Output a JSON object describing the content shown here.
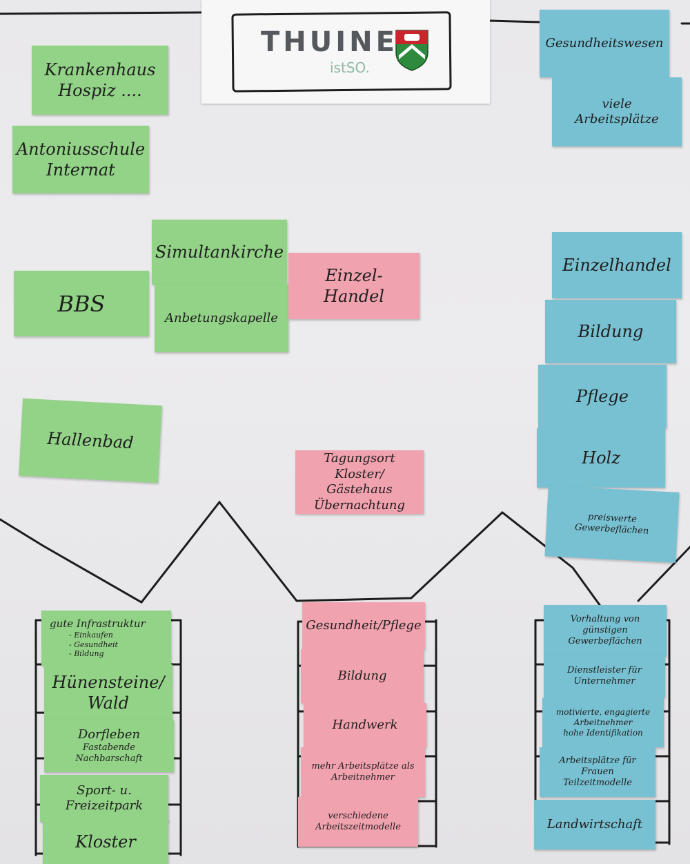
{
  "logo": {
    "name": "THUINE",
    "slogan": "istSO.",
    "colors": {
      "text": "#55585c",
      "slogan": "#8fb9a4",
      "crest_red": "#c8262c",
      "crest_green": "#2e8b3d"
    }
  },
  "colors": {
    "green_card": "#93d387",
    "pink_card": "#f0a2ae",
    "blue_card": "#78c1d2"
  },
  "left_column": [
    "Krankenhaus Hospiz ....",
    "Antoniusschule Internat",
    "BBS",
    "Simultankirche",
    "Anbetungskapelle",
    "Hallenbad"
  ],
  "middle_column": [
    "Einzel-Handel",
    "Tagungsort Kloster/ Gästehaus Übernachtung"
  ],
  "right_column": [
    "Gesundheitswesen",
    "viele Arbeitsplätze",
    "Einzelhandel",
    "Bildung",
    "Pflege",
    "Holz",
    "preiswerte Gewerbeflächen"
  ],
  "bottom_left": [
    "gute Infrastruktur",
    "- Einkaufen",
    "- Gesundheit",
    "- Bildung",
    "Hünensteine/ Wald",
    "Dorfleben",
    "Fastabende",
    "Nachbarschaft",
    "Sport- u. Freizeitpark",
    "Kloster"
  ],
  "bottom_middle": [
    "Gesundheit/Pflege",
    "Bildung",
    "Handwerk",
    "mehr Arbeitsplätze als Arbeitnehmer",
    "verschiedene Arbeitszeitmodelle"
  ],
  "bottom_right": [
    "Vorhaltung von günstigen Gewerbeflächen",
    "Dienstleister für Unternehmer",
    "motivierte, engagierte Arbeitnehmer",
    "hohe Identifikation",
    "Arbeitsplätze für Frauen Teilzeitmodelle",
    "Landwirtschaft"
  ]
}
